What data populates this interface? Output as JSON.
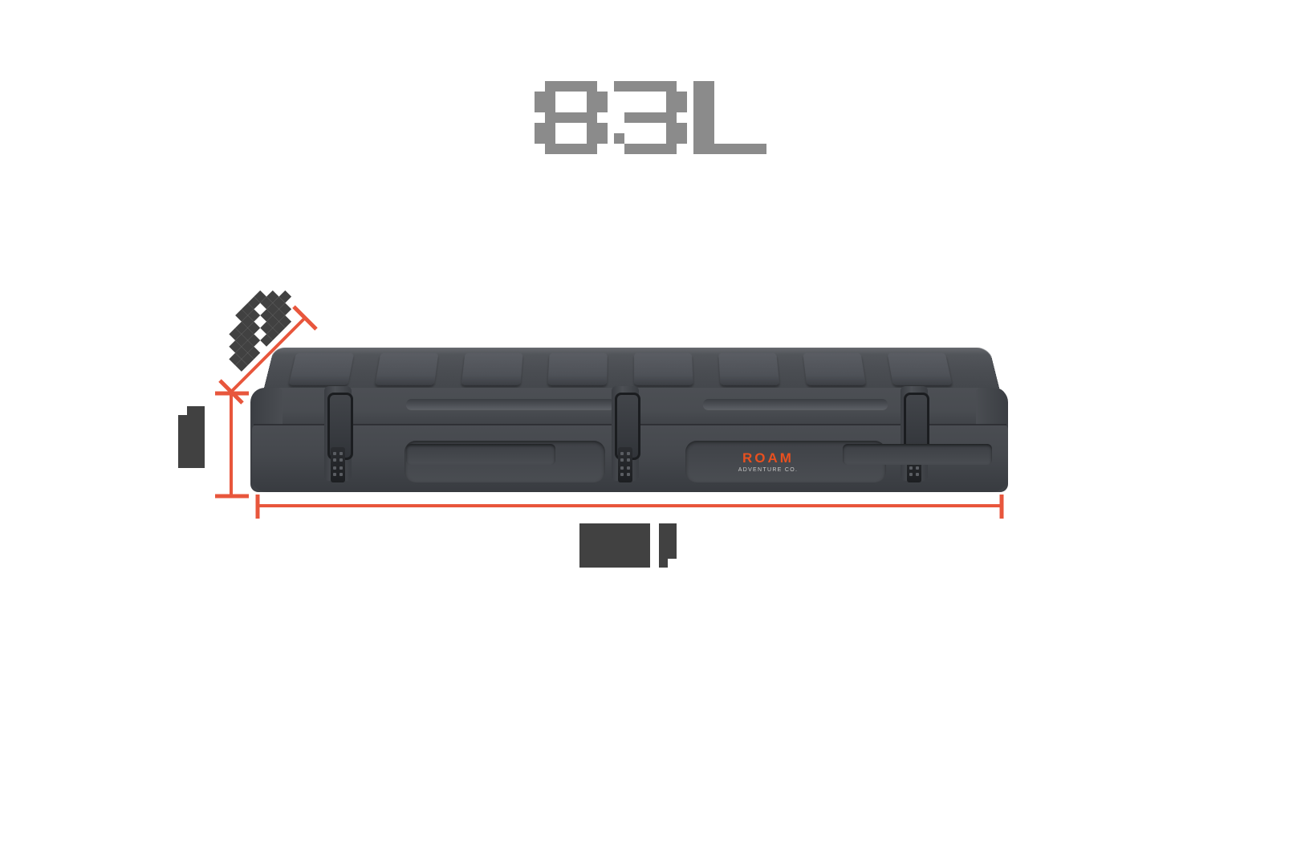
{
  "page": {
    "background_color": "#ffffff",
    "title": "83L",
    "title_color": "#8b8b8b"
  },
  "product": {
    "name": "ROAM Adventure Co. Rugged Case",
    "brand_word": "ROAM",
    "brand_tagline": "ADVENTURE CO.",
    "brand_color": "#e8501f",
    "tagline_color": "#c9c9c9",
    "body_color": "#4a4d52",
    "shadow_color": "#383b40",
    "latch_color": "#1b1d20",
    "latch_count": 3,
    "rib_count": 8
  },
  "dimensions": {
    "line_color": "#e8563c",
    "label_color": "#414141",
    "items": [
      {
        "id": "depth",
        "orientation": "diagonal",
        "label": "REDACTED",
        "label_redacted": true
      },
      {
        "id": "height",
        "orientation": "vertical",
        "label": "REDACTED",
        "label_redacted": true
      },
      {
        "id": "length",
        "orientation": "horizontal",
        "label": "REDACTED",
        "label_redacted": true
      }
    ]
  },
  "title_glyphs": {
    "8": [
      "0111110",
      "1100011",
      "1100011",
      "0111110",
      "1100011",
      "1100011",
      "0111110"
    ],
    "3": [
      "1111110",
      "0000011",
      "0000011",
      "0111110",
      "0000011",
      "1000011",
      "0111110"
    ],
    "L": [
      "1100000",
      "1100000",
      "1100000",
      "1100000",
      "1100000",
      "1100000",
      "1111111"
    ]
  },
  "redacted_blocks": {
    "diagonal": [
      "0000111100",
      "0011110110",
      "0111101111",
      "1111011110",
      "1110111100"
    ],
    "vertical": [
      "0110",
      "1110",
      "1110",
      "1110",
      "1110",
      "1110",
      "1110"
    ],
    "horizontal": [
      "11111111011",
      "11111111011",
      "11111111011",
      "11111111011",
      "11111111010"
    ]
  }
}
